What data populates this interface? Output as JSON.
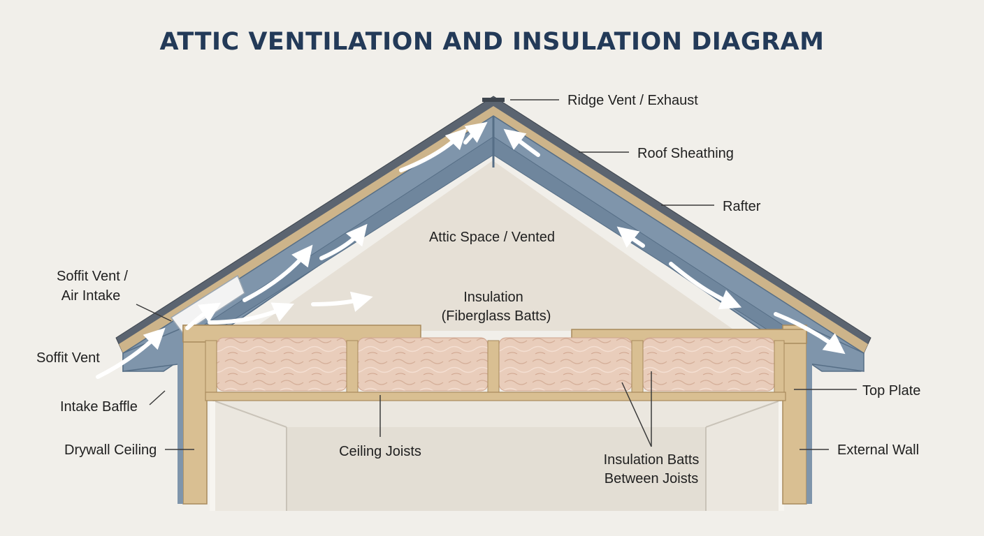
{
  "title": "ATTIC VENTILATION AND INSULATION DIAGRAM",
  "colors": {
    "title": "#233a58",
    "roof": "#7f95ab",
    "roof_dark": "#566e86",
    "shingle": "#5b6470",
    "wood": "#d9bf92",
    "wood_dark": "#a88a5c",
    "insulation": "#e9cdbb",
    "wall_interior": "#ece8e0",
    "attic_space": "#e8e2d8",
    "leader": "#3a3a3a",
    "arrow": "#ffffff"
  },
  "labels": {
    "ridge_vent": "Ridge Vent / Exhaust",
    "roof_sheathing": "Roof Sheathing",
    "rafter": "Rafter",
    "attic_space": "Attic Space / Vented",
    "insulation_line1": "Insulation",
    "insulation_line2": "(Fiberglass Batts)",
    "soffit_intake_line1": "Soffit Vent /",
    "soffit_intake_line2": "Air Intake",
    "soffit_vent": "Soffit Vent",
    "intake_baffle": "Intake Baffle",
    "drywall_ceiling": "Drywall Ceiling",
    "ceiling_joists": "Ceiling Joists",
    "batts_line1": "Insulation Batts",
    "batts_line2": "Between Joists",
    "top_plate": "Top Plate",
    "external_wall": "External Wall"
  }
}
